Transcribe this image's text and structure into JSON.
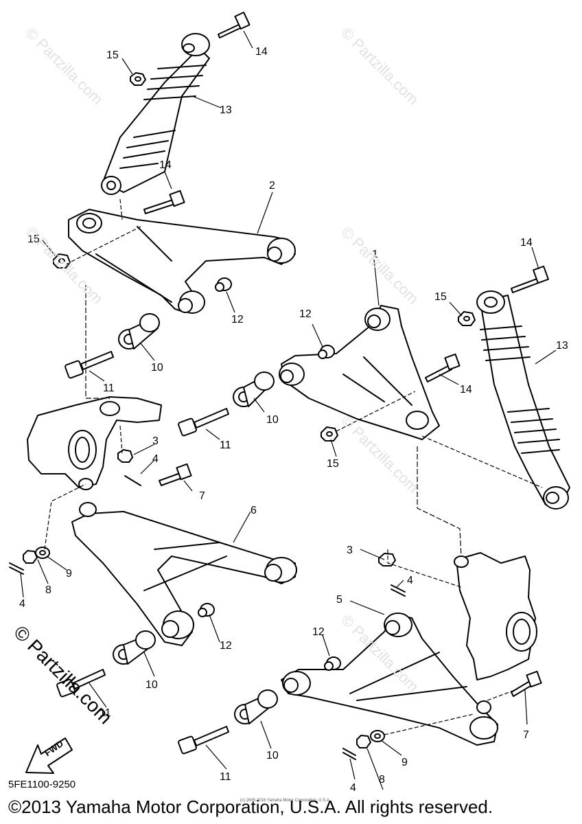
{
  "diagram": {
    "code": "5FE1100-9250",
    "copyright": "©2013 Yamaha Motor Corporation, U.S.A. All rights reserved.",
    "micro_copyright": "(c) 2005-2016 Yamaha Motor Corporation, U.S.A.",
    "watermark": "© Partzilla.com",
    "brand_mark": "© Partzilla.com",
    "fwd_label": "FWD",
    "callouts": [
      "1",
      "2",
      "3",
      "3",
      "4",
      "4",
      "4",
      "4",
      "5",
      "6",
      "7",
      "7",
      "8",
      "8",
      "9",
      "9",
      "10",
      "10",
      "10",
      "10",
      "11",
      "11",
      "11",
      "11",
      "12",
      "12",
      "12",
      "12",
      "13",
      "13",
      "14",
      "14",
      "14",
      "14",
      "15",
      "15",
      "15",
      "15"
    ]
  }
}
